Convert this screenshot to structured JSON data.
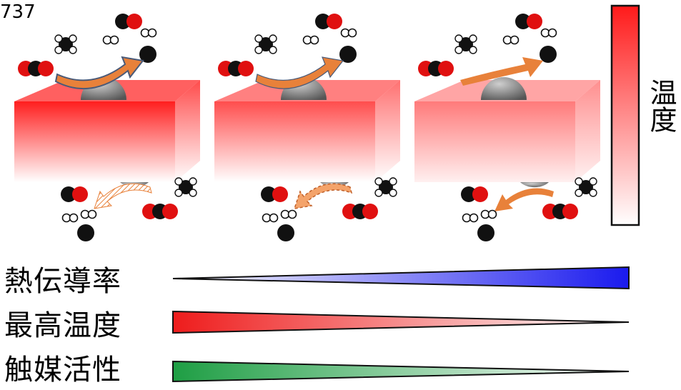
{
  "figure_id": "737",
  "temperature_label": "温度",
  "rows": [
    {
      "label": "熱伝導率",
      "color": "#1a1aee",
      "direction": "increasing"
    },
    {
      "label": "最高温度",
      "color": "#ee1c1c",
      "direction": "decreasing"
    },
    {
      "label": "触媒活性",
      "color": "#1e9e44",
      "direction": "decreasing"
    }
  ],
  "panels": [
    {
      "id": "panel-1",
      "block_color": "#ff1e1e",
      "bottom_arrow": "hatched"
    },
    {
      "id": "panel-2",
      "block_color": "#ff4d4d",
      "bottom_arrow": "dashed"
    },
    {
      "id": "panel-3",
      "block_color": "#ff7a7a",
      "bottom_arrow": "solid"
    }
  ],
  "colors": {
    "temperature_scale_top": "#ff1a1a",
    "temperature_scale_bottom": "#ffffff",
    "arrow_orange": "#e8813a",
    "particle_gray": "#8a8a8a"
  }
}
